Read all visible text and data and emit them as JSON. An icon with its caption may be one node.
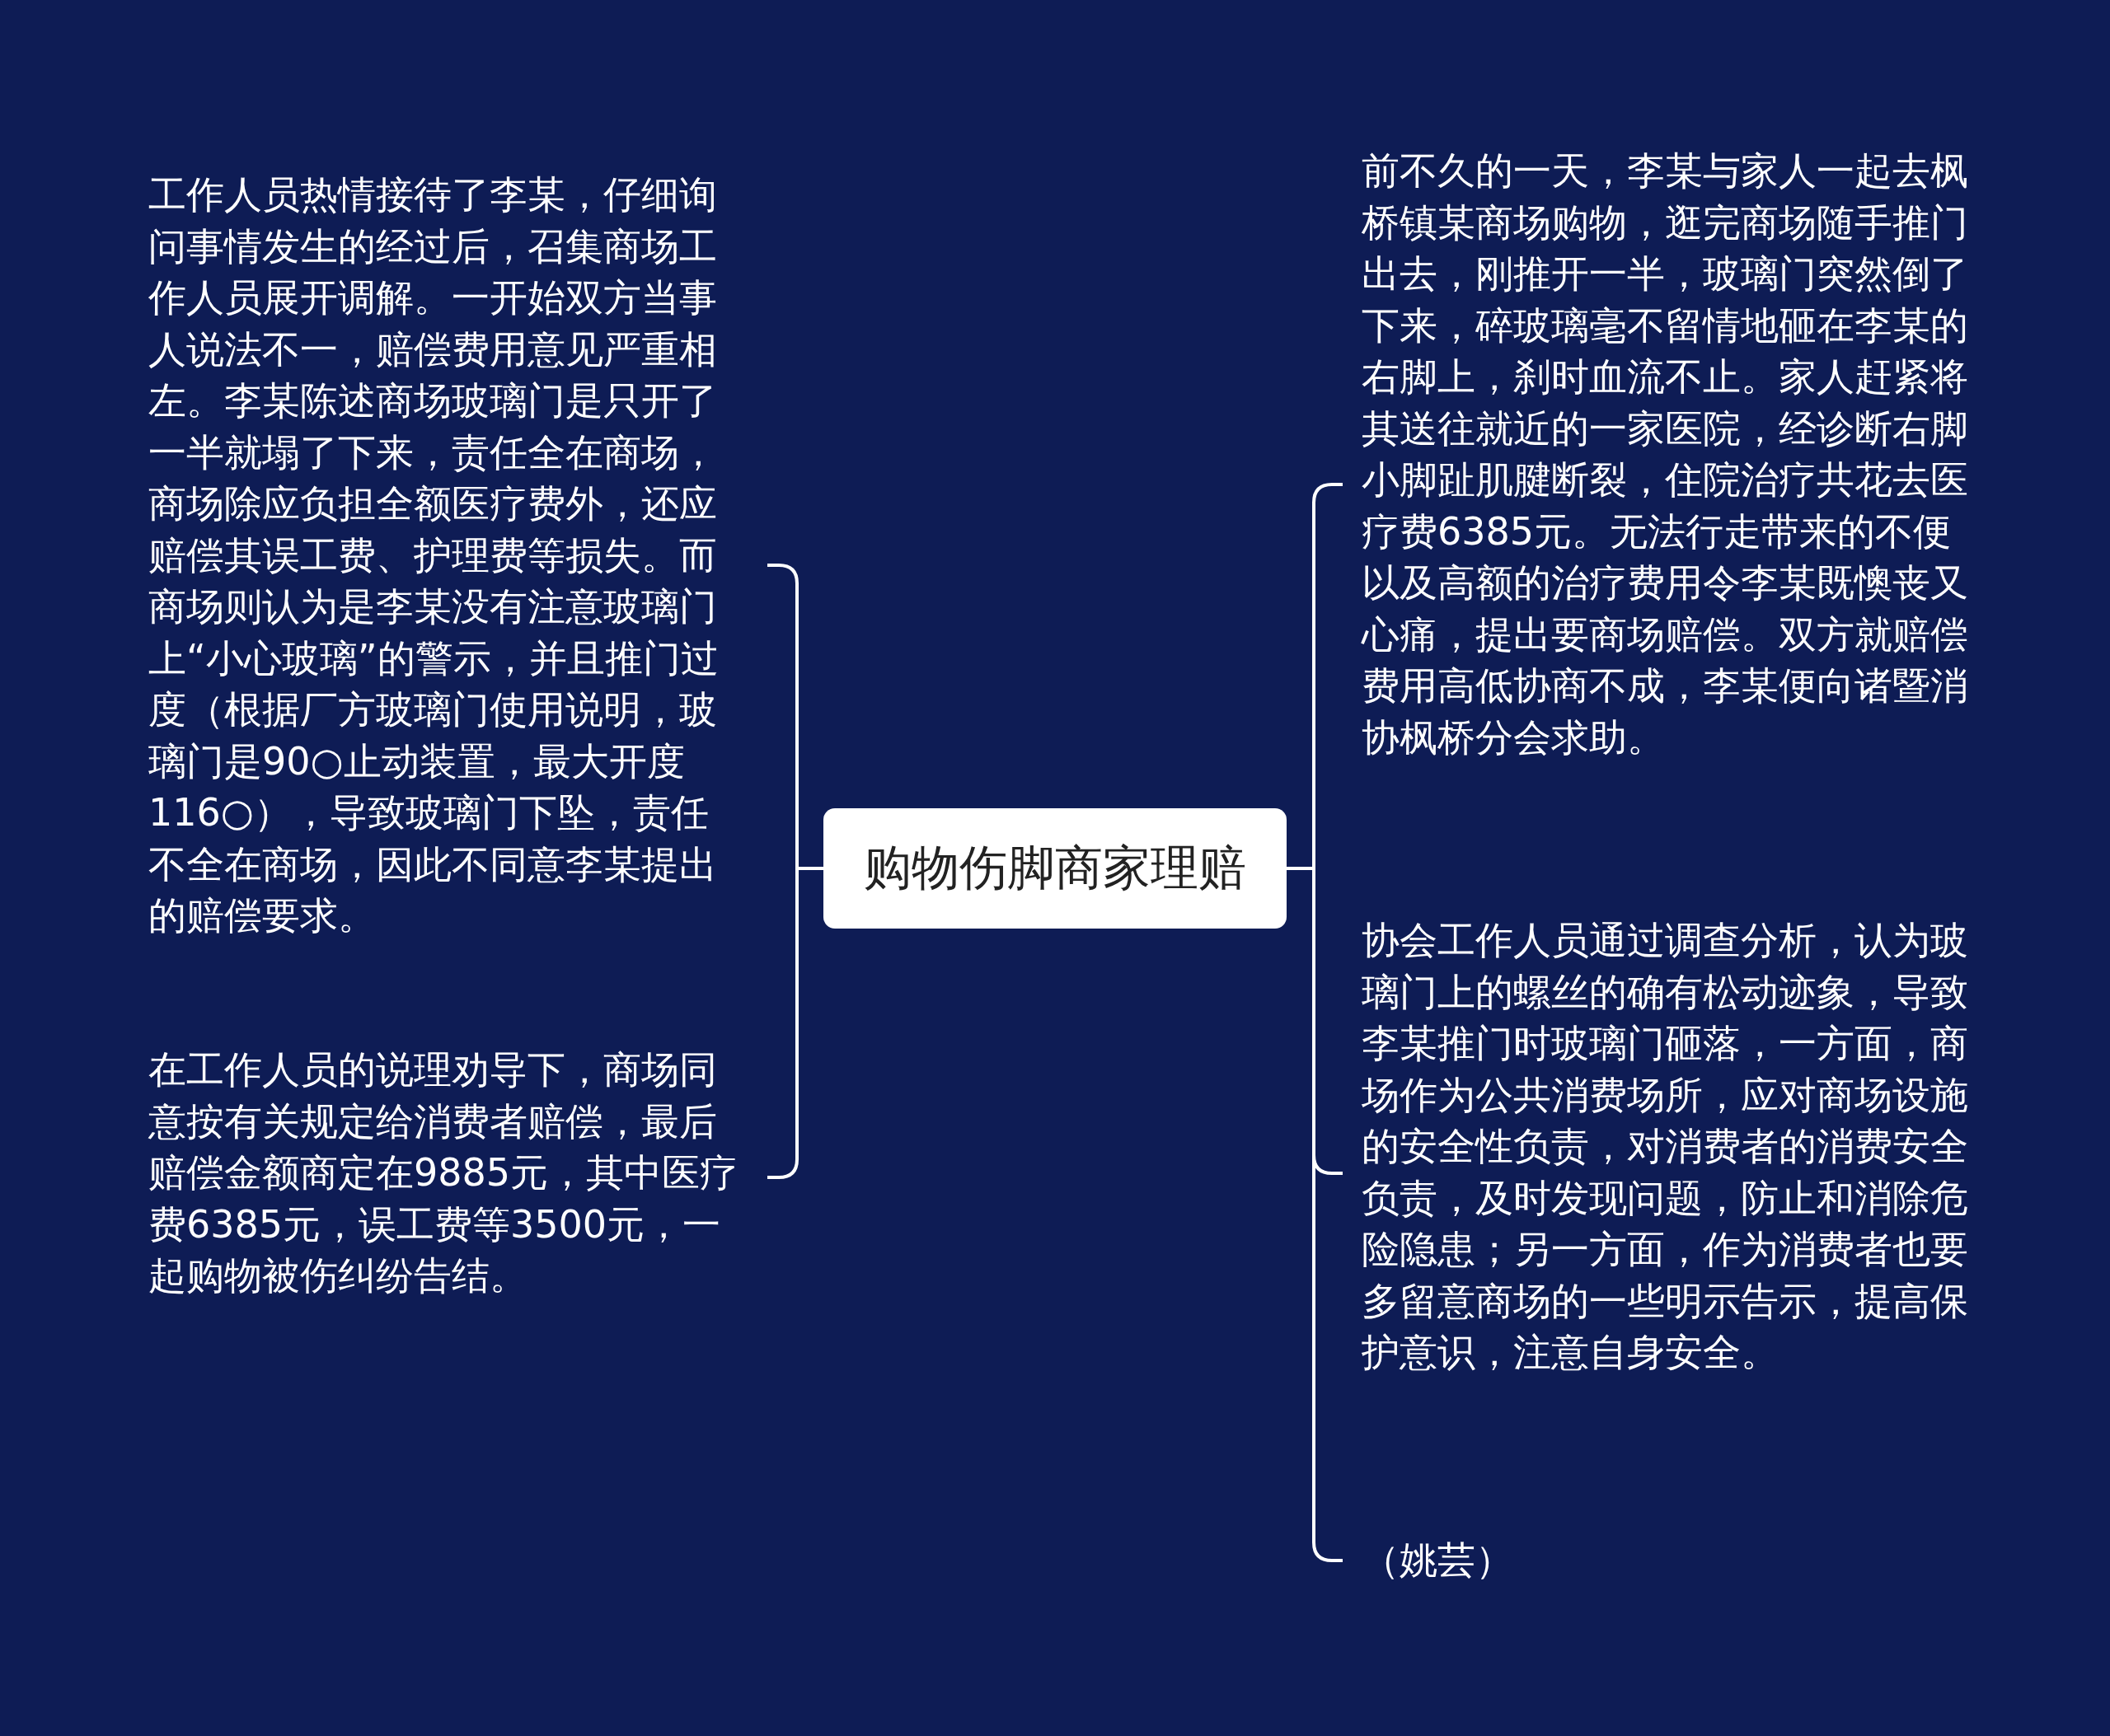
{
  "diagram": {
    "nodes": [
      {
        "text": [
          "购物伤脚商家理赔"
        ]
      },
      {
        "text": [
          "工作人员热情接待了李某，仔细询问事情发生的经过后，召集商场工作人员展开调解。一开始双方当事人说法不一，赔偿费用意见严重相左。李某陈述商场玻璃门是只开了一半就塌了下来，责任全在商场，商场除应负担全额医疗费外，还应赔偿其误工费、护理费等损失。而商场则认为是李某没有注意玻璃门上“小心玻璃”的警示，并且推门过度（根据厂方玻璃门使用说明，玻璃门是90○止动装置，最大开度116○），导致玻璃门下坠，责任不全在商场，因此不同意李某提出的赔偿要求。"
        ]
      },
      {
        "text": [
          "在工作人员的说理劝导下，商场同意按有关规定给消费者赔偿，最后赔偿金额商定在9885元，其中医疗费6385元，误工费等3500元，一起购物被伤纠纷告结。"
        ]
      },
      {
        "text": [
          "前不久的一天，李某与家人一起去枫桥镇某商场购物，逛完商场随手推门出去，刚推开一半，玻璃门突然倒了下来，碎玻璃毫不留情地砸在李某的右脚上，刹时血流不止。家人赶紧将其送往就近的一家医院，经诊断右脚小脚趾肌腱断裂，住院治疗共花去医疗费6385元。无法行走带来的不便以及高额的治疗费用令李某既懊丧又心痛，提出要商场赔偿。双方就赔偿费用高低协商不成，李某便向诸暨消协枫桥分会求助。"
        ]
      },
      {
        "text": [
          "协会工作人员通过调查分析，认为玻璃门上的螺丝的确有松动迹象，导致李某推门时玻璃门砸落，一方面，商场作为公共消费场所，应对商场设施的安全性负责，对消费者的消费安全负责，及时发现问题，防止和消除危险隐患；另一方面，作为消费者也要多留意商场的一些明示告示，提高保护意识，注意自身安全。"
        ]
      },
      {
        "text": [
          "（姚芸）"
        ]
      }
    ],
    "edges": [
      {
        "from": 0,
        "to": 1,
        "arrow": "none"
      },
      {
        "from": 0,
        "to": 2,
        "arrow": "none"
      },
      {
        "from": 0,
        "to": 3,
        "arrow": "none"
      },
      {
        "from": 0,
        "to": 4,
        "arrow": "none"
      },
      {
        "from": 0,
        "to": 5,
        "arrow": "none"
      }
    ]
  }
}
